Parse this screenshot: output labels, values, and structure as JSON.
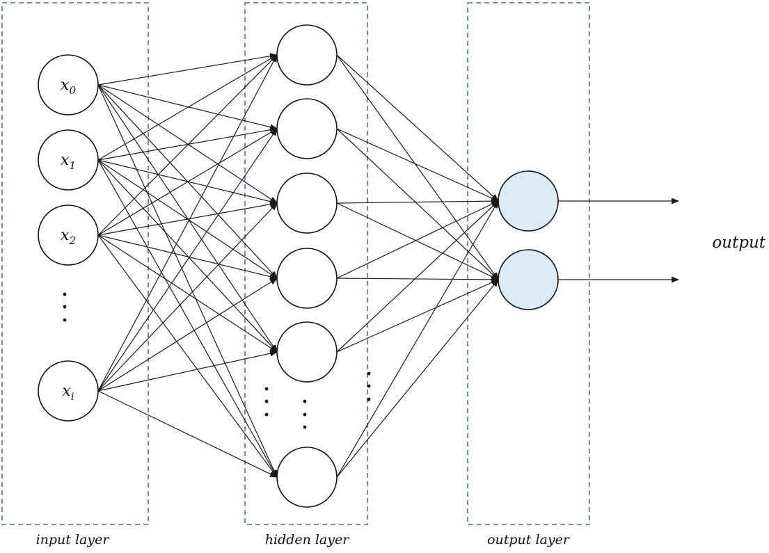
{
  "layers": [
    {
      "id": "input",
      "caption": "input layer"
    },
    {
      "id": "hidden",
      "caption": "hidden layer"
    },
    {
      "id": "output",
      "caption": "output layer"
    }
  ],
  "input_nodes": [
    {
      "var": "x",
      "sub": "0"
    },
    {
      "var": "x",
      "sub": "1"
    },
    {
      "var": "x",
      "sub": "2"
    },
    {
      "var": "x",
      "sub": "i"
    }
  ],
  "hidden_node_count": 6,
  "output_node_count": 2,
  "output_label": "output",
  "colors": {
    "box_border": "#4a6f96",
    "output_node_fill": "#dcebf3",
    "node_fill": "#ffffff",
    "edge": "#1a1a1a"
  }
}
